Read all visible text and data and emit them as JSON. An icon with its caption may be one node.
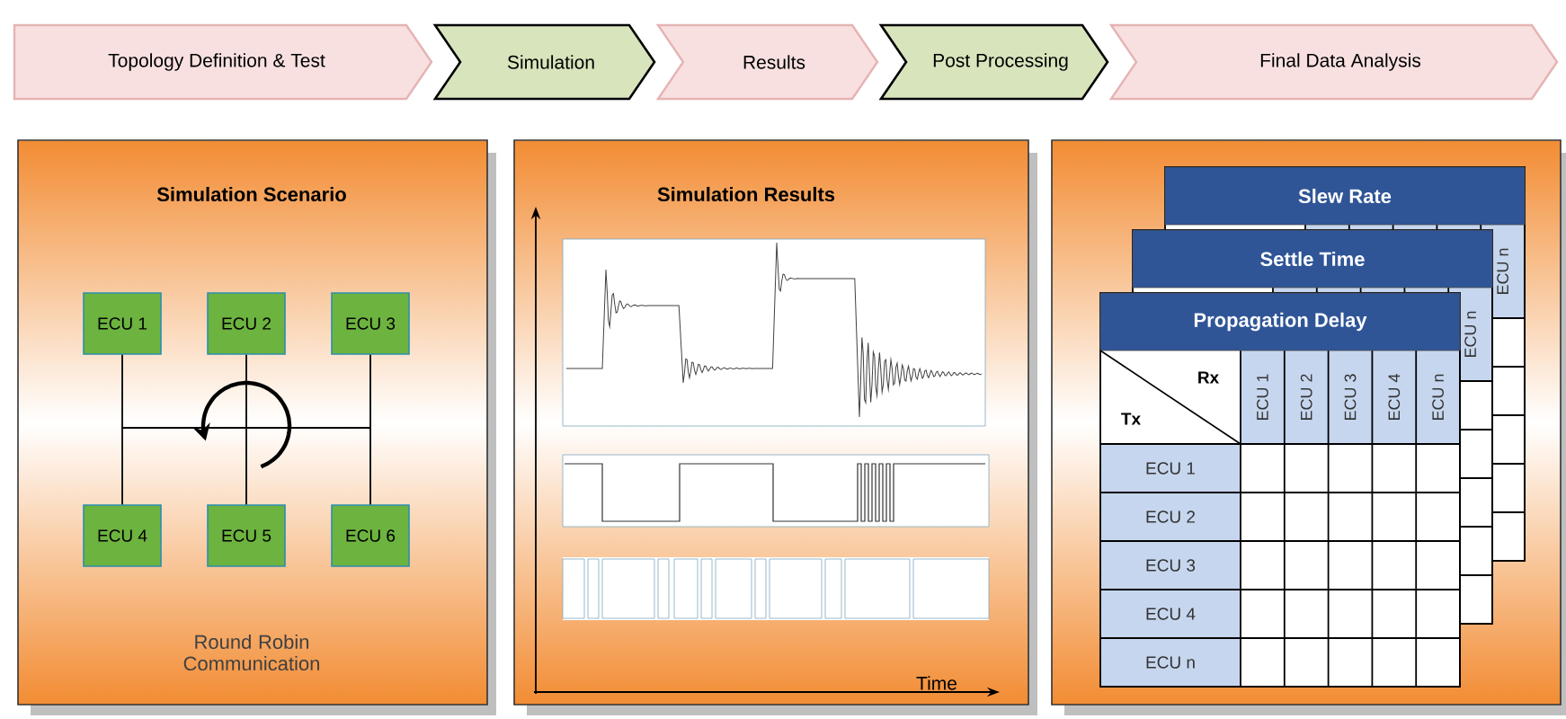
{
  "diagram": {
    "nodes": [
      {
        "text": [
          "Topology Definition & Test"
        ]
      },
      {
        "text": [
          "Simulation"
        ]
      },
      {
        "text": [
          "Results"
        ]
      },
      {
        "text": [
          "Post Processing"
        ]
      },
      {
        "text": [
          "Final Data Analysis"
        ]
      },
      {
        "text": [
          "Simulation Scenario",
          "Round Robin Communication"
        ]
      },
      {
        "text": [
          "ECU 1"
        ],
        "in": 5
      },
      {
        "text": [
          "ECU 2"
        ],
        "in": 5
      },
      {
        "text": [
          "ECU 3"
        ],
        "in": 5
      },
      {
        "text": [
          "ECU 4"
        ],
        "in": 5
      },
      {
        "text": [
          "ECU 5"
        ],
        "in": 5
      },
      {
        "text": [
          "ECU 6"
        ],
        "in": 5
      },
      {
        "text": [
          "Simulation Results"
        ]
      },
      {
        "text": [],
        "shape": "box"
      },
      {
        "text": [
          "Slew Rate",
          "ECU n"
        ],
        "in": 13
      },
      {
        "text": [
          "Settle Time",
          "ECU n"
        ],
        "in": 13
      },
      {
        "text": [
          "Propagation Delay",
          "Rx",
          "Tx",
          "ECU 1",
          "ECU 2",
          "ECU 3",
          "ECU 4",
          "ECU n",
          "ECU 1",
          "ECU 2",
          "ECU 3",
          "ECU 4",
          "ECU n"
        ],
        "in": 13
      }
    ],
    "edges": [
      {
        "from": 6,
        "to": 9,
        "arrow": "none"
      },
      {
        "from": 7,
        "to": 10,
        "arrow": "none"
      },
      {
        "from": 8,
        "to": 11,
        "arrow": "none"
      }
    ],
    "labels": [
      "Time"
    ]
  }
}
